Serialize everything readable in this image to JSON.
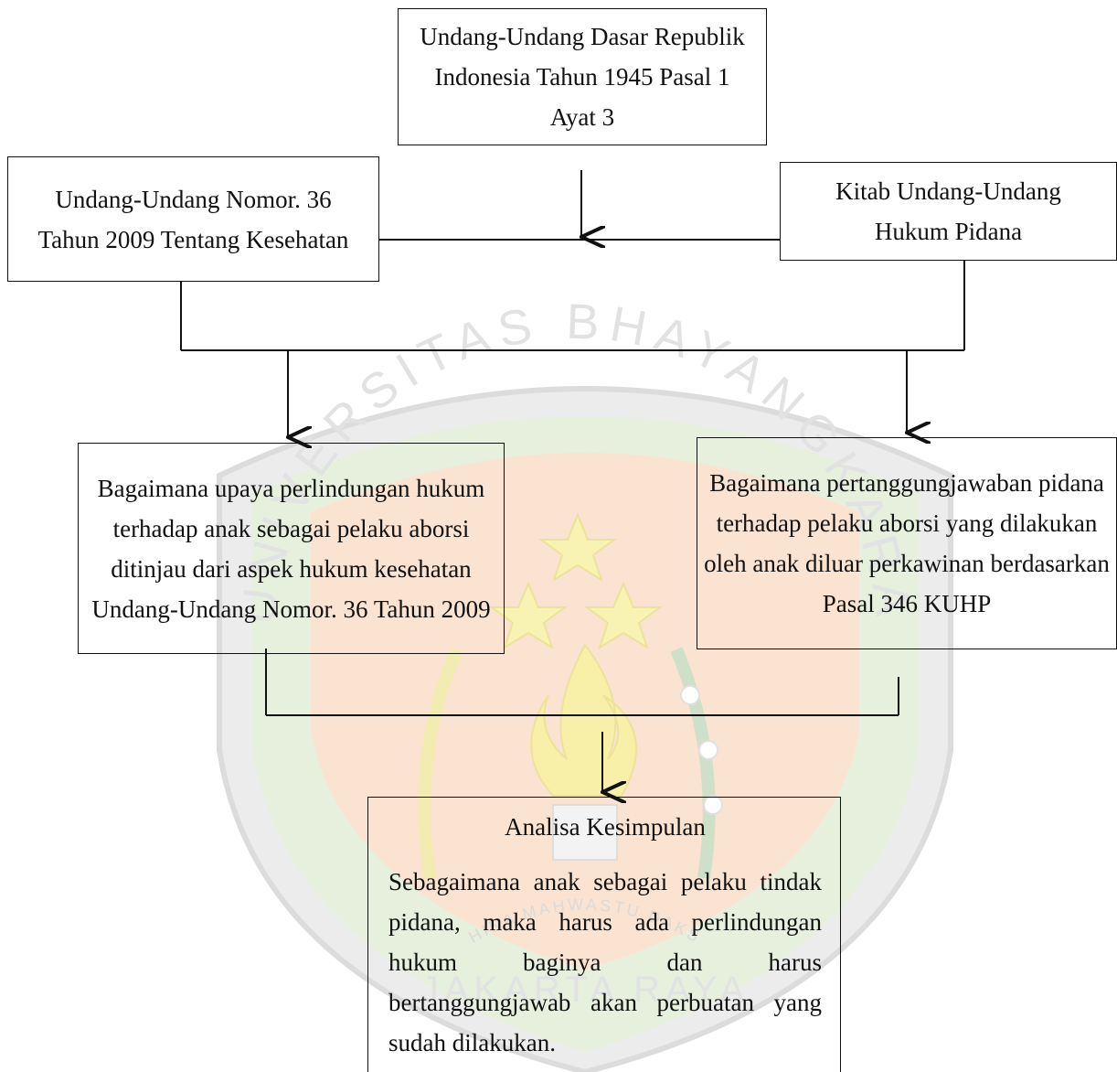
{
  "diagram": {
    "top_box": "Undang-Undang Dasar Republik Indonesia Tahun 1945 Pasal 1 Ayat 3",
    "left_box": "Undang-Undang Nomor. 36 Tahun 2009 Tentang Kesehatan",
    "right_box": "Kitab Undang-Undang Hukum Pidana",
    "question_left": "Bagaimana upaya perlindungan hukum terhadap anak sebagai pelaku aborsi ditinjau dari aspek hukum kesehatan Undang-Undang Nomor. 36 Tahun 2009",
    "question_right": "Bagaimana pertanggungjawaban pidana terhadap pelaku aborsi yang dilakukan oleh anak diluar perkawinan berdasarkan Pasal 346 KUHP",
    "conclusion_title": "Analisa Kesimpulan",
    "conclusion_text": "Sebagaimana anak sebagai pelaku tindak pidana, maka harus ada perlindungan hukum baginya dan harus bertanggungjawab akan perbuatan yang sudah dilakukan."
  },
  "watermark": {
    "text_top": "UNIVERSITAS BHAYANGKARA",
    "text_motto": "BHINA MAHWASTU DAKSA",
    "text_bottom": "JAKARTA RAYA",
    "colors": {
      "yellow": "#f7f0a8",
      "orange": "#f9dcc8",
      "green": "#e3efd9",
      "grey": "#d9d9d9"
    }
  }
}
